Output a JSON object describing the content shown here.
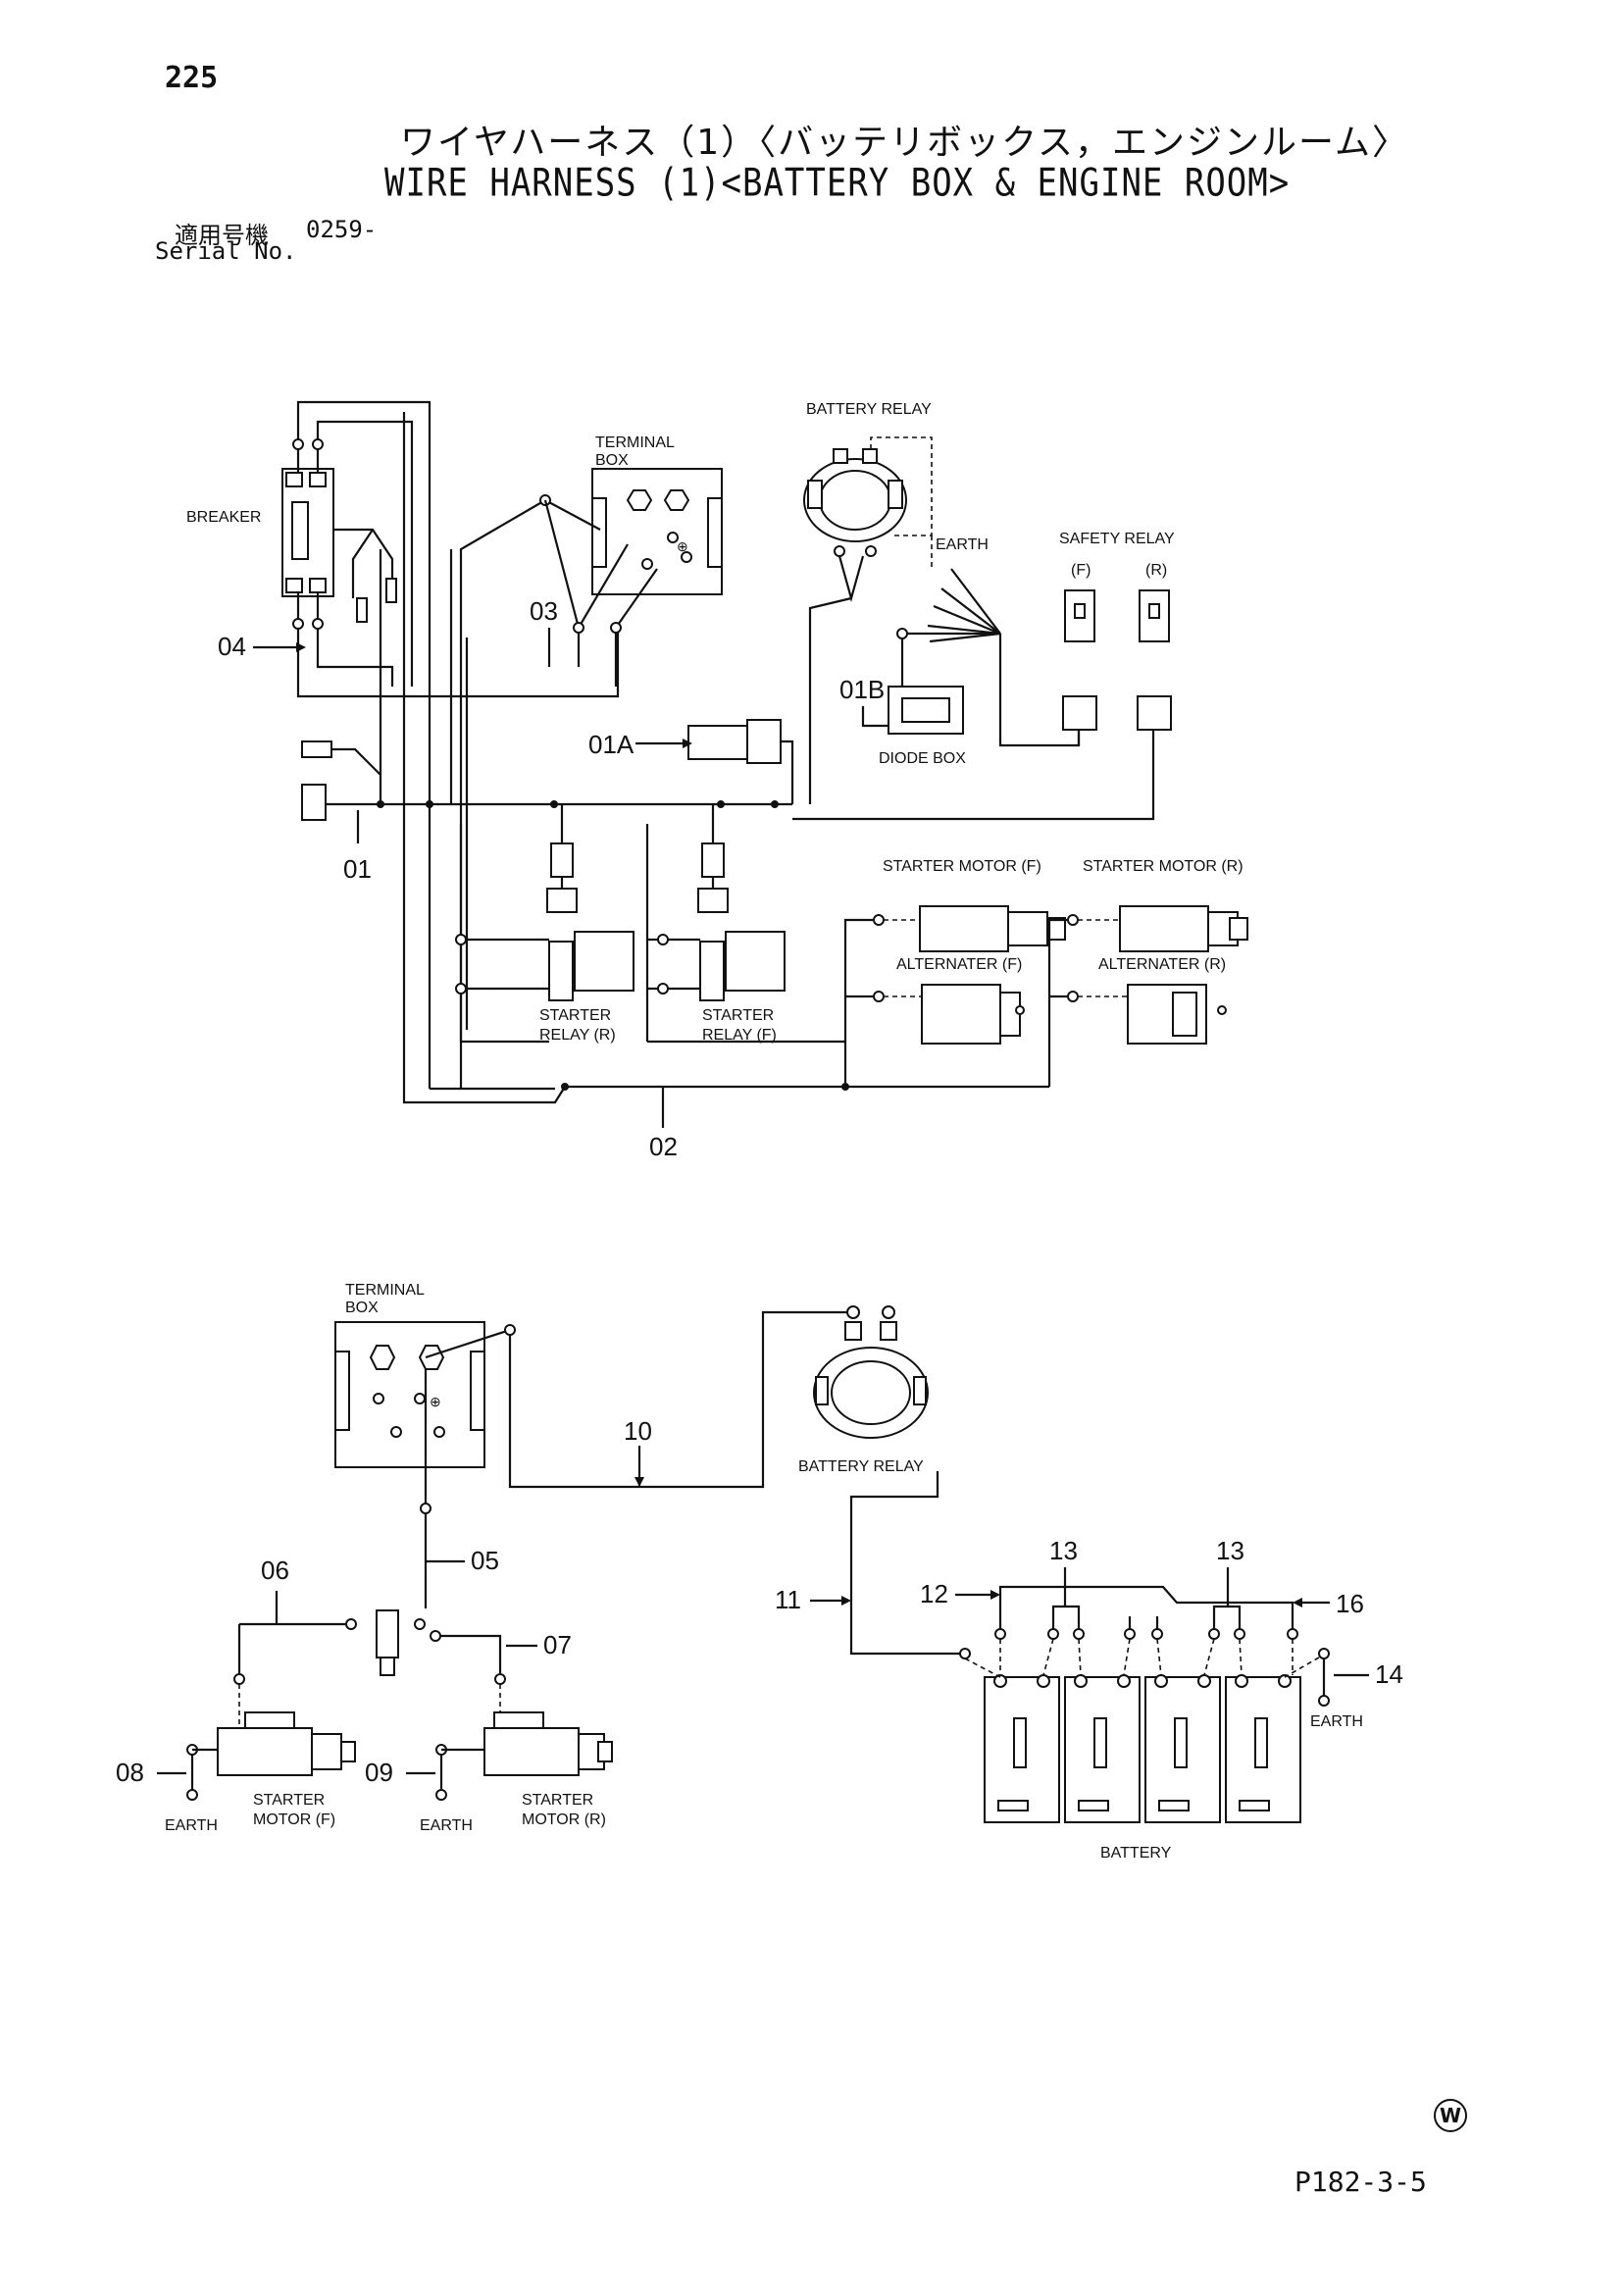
{
  "header": {
    "page_number": "225",
    "title_jp": "ワイヤハーネス（1）〈バッテリボックス，エンジンルーム〉",
    "title_en": "WIRE HARNESS (1)<BATTERY BOX & ENGINE ROOM>",
    "serial_label_jp": "適用号機",
    "serial_value": "0259-",
    "serial_label_en": "Serial No."
  },
  "diagram_top": {
    "labels": {
      "breaker": "BREAKER",
      "terminal_box": "TERMINAL BOX",
      "terminal_box_line1": "TERMINAL",
      "terminal_box_line2": "BOX",
      "battery_relay": "BATTERY RELAY",
      "earth": "EARTH",
      "safety_relay": "SAFETY RELAY",
      "safety_relay_f": "(F)",
      "safety_relay_r": "(R)",
      "diode_box": "DIODE BOX",
      "starter_motor_f": "STARTER MOTOR (F)",
      "starter_motor_r": "STARTER MOTOR (R)",
      "alternater_f": "ALTERNATER (F)",
      "alternater_r": "ALTERNATER (R)",
      "starter_relay_r_line1": "STARTER",
      "starter_relay_r_line2": "RELAY (R)",
      "starter_relay_f_line1": "STARTER",
      "starter_relay_f_line2": "RELAY (F)"
    },
    "callouts": [
      "04",
      "03",
      "01A",
      "01B",
      "01",
      "02"
    ]
  },
  "diagram_bottom": {
    "labels": {
      "terminal_box_line1": "TERMINAL",
      "terminal_box_line2": "BOX",
      "battery_relay": "BATTERY RELAY",
      "battery": "BATTERY",
      "earth": "EARTH",
      "starter_line1": "STARTER",
      "motor_f": "MOTOR (F)",
      "motor_r": "MOTOR (R)"
    },
    "callouts": [
      "10",
      "05",
      "06",
      "07",
      "08",
      "09",
      "11",
      "12",
      "13",
      "13",
      "16",
      "14"
    ]
  },
  "footer": {
    "mark": "W",
    "page_ref": "P182-3-5"
  }
}
